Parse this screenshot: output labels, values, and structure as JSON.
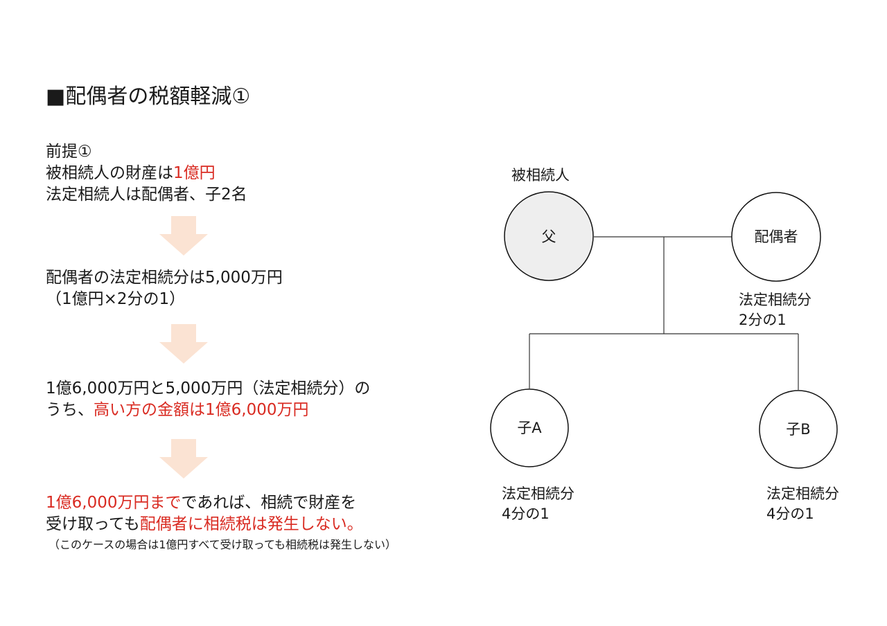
{
  "title": "■配偶者の税額軽減①",
  "steps": {
    "premise": {
      "heading": "前提①",
      "estate_prefix": "被相続人の財産は",
      "estate_value": "1億円",
      "heirs": "法定相続人は配偶者、子2名"
    },
    "spouse_share": {
      "line1": "配偶者の法定相続分は5,000万円",
      "line2": "（1億円×2分の1）"
    },
    "comparison": {
      "line1": "1億6,000万円と5,000万円（法定相続分）の",
      "line2_prefix": "うち、",
      "line2_highlight": "高い方の金額は1億6,000万円"
    },
    "conclusion": {
      "line1_highlight": "1億6,000万円まで",
      "line1_rest": "であれば、相続で財産を",
      "line2_prefix": "受け取っても",
      "line2_highlight": "配偶者に相続税は発生しない。",
      "note": "（このケースの場合は1億円すべて受け取っても相続税は発生しない）"
    }
  },
  "colors": {
    "highlight": "#d92b22",
    "arrow": "#fbe3d3",
    "decedent_fill": "#eeeeee",
    "line": "#333333"
  },
  "diagram": {
    "decedent_caption": "被相続人",
    "father": "父",
    "spouse": "配偶者",
    "spouse_share_label": "法定相続分",
    "spouse_share_value": "2分の1",
    "child_a": "子A",
    "child_b": "子B",
    "child_a_share_label": "法定相続分",
    "child_a_share_value": "4分の1",
    "child_b_share_label": "法定相続分",
    "child_b_share_value": "4分の1"
  }
}
